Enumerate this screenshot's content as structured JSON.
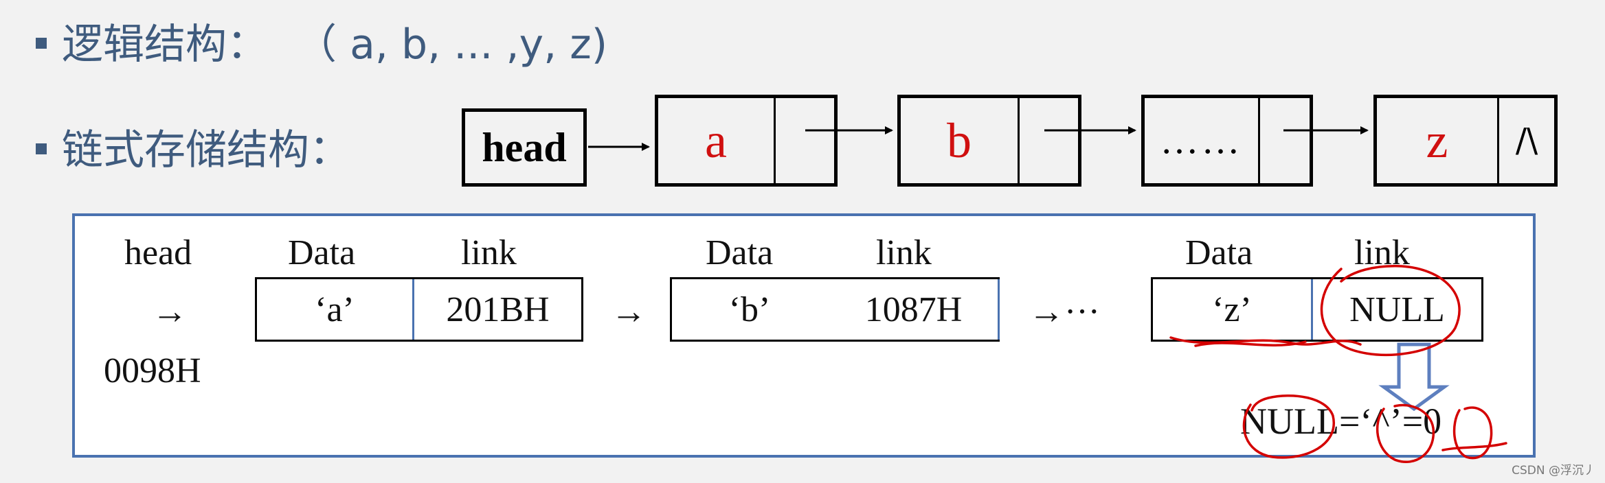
{
  "logical": {
    "label": "逻辑结构：",
    "value": "（ a, b,  ... ,y, z)"
  },
  "linked": {
    "label": "链式存储结构：",
    "head": "head",
    "nodes": [
      "a",
      "b",
      "……",
      "z"
    ],
    "null_symbol": "/\\"
  },
  "memory": {
    "head_label": "head",
    "head_arrow": "→",
    "head_address": "0098H",
    "data_header": "Data",
    "link_header": "link",
    "cells": [
      {
        "data": "‘a’",
        "link": "201BH"
      },
      {
        "data": "‘b’",
        "link": "1087H"
      },
      {
        "data": "‘z’",
        "link": "NULL"
      }
    ],
    "arrow": "→",
    "ellipsis_arrow": "→···",
    "equation": "NULL=‘^’=0"
  },
  "watermark": "CSDN @浮沉丿",
  "colors": {
    "bullet_text": "#3f5b7e",
    "node_letter": "#d01010",
    "panel_border": "#4a72b0",
    "annotation": "#d40000",
    "hollow_arrow": "#5d7fbf"
  }
}
